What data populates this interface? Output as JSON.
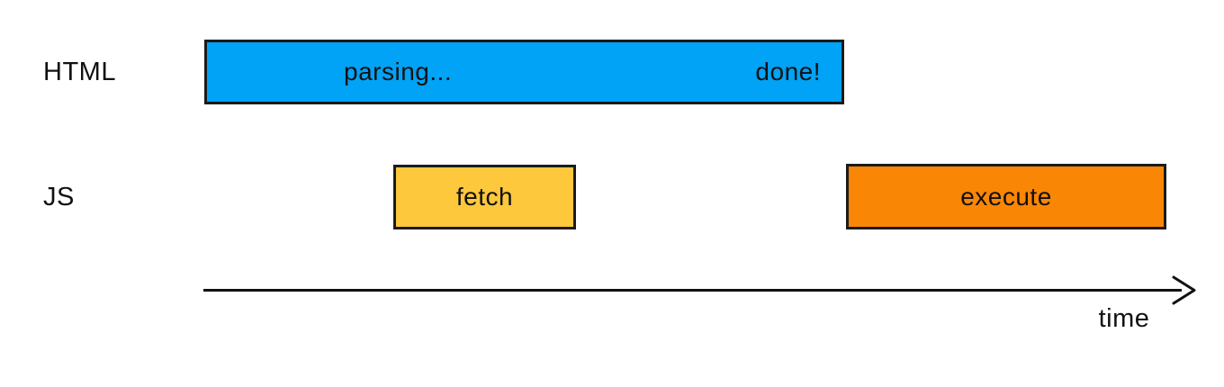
{
  "diagram": {
    "rows": {
      "html": {
        "label": "HTML",
        "parsing_bar": {
          "label_left": "parsing...",
          "label_right": "done!",
          "color": "#00a3f5"
        }
      },
      "js": {
        "label": "JS",
        "fetch_bar": {
          "label": "fetch",
          "color": "#fdc83c"
        },
        "execute_bar": {
          "label": "execute",
          "color": "#fa8605"
        }
      }
    },
    "axis": {
      "label": "time",
      "line_color": "#111111"
    },
    "bar_border_color": "#1b1b1b",
    "background_color": "#ffffff"
  }
}
